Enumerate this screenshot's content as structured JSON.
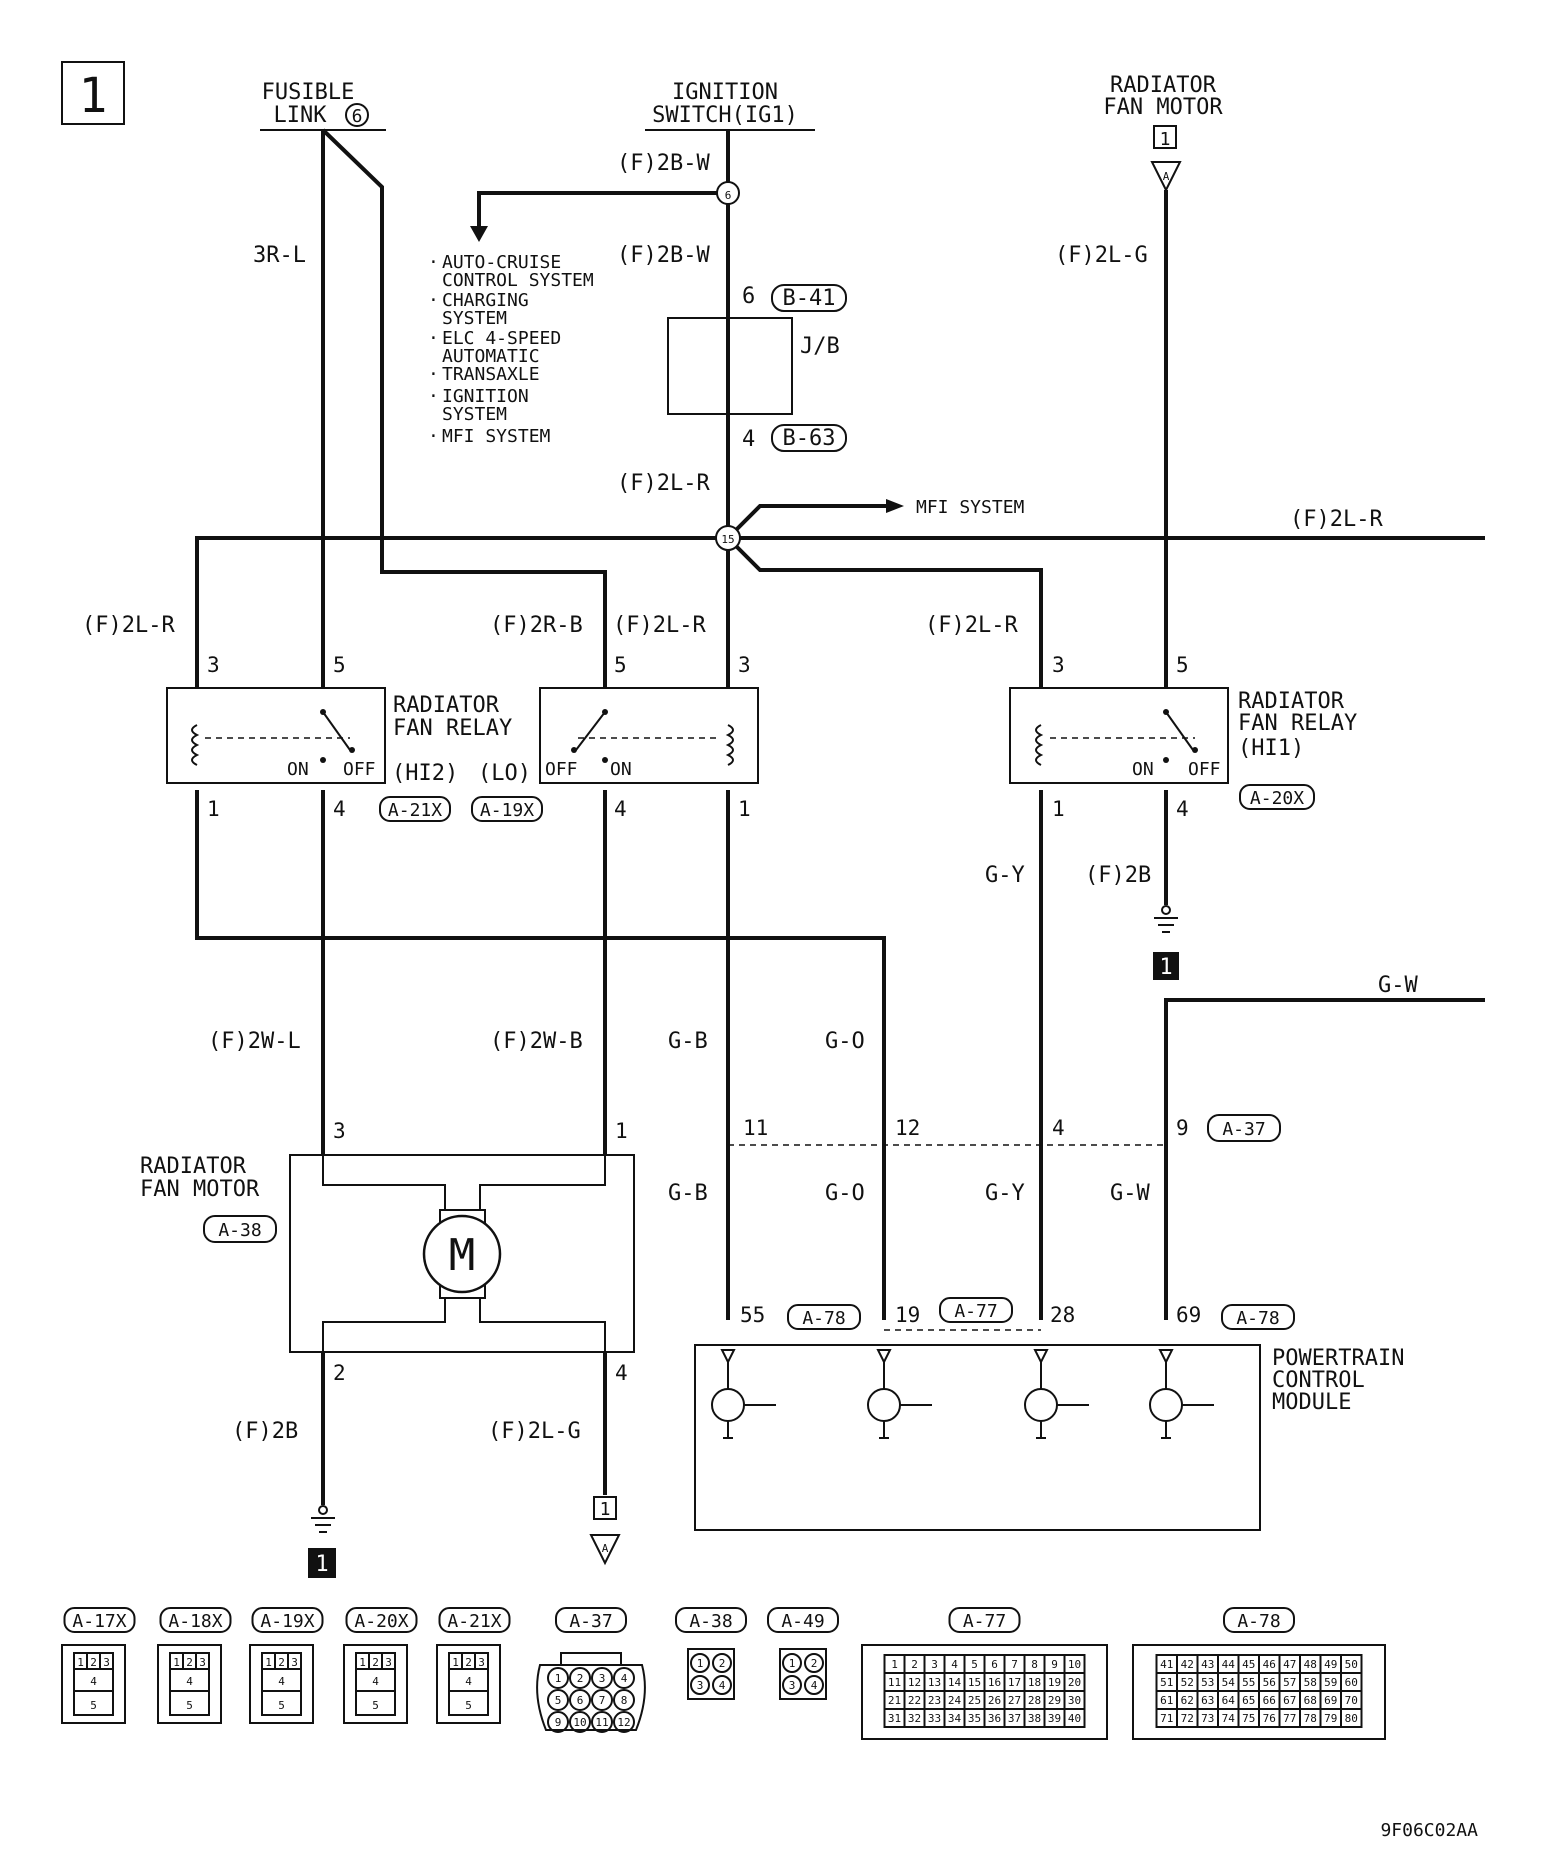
{
  "sheet": {
    "number": "1",
    "code": "9F06C02AA"
  },
  "sources": {
    "fusible_link": {
      "line1": "FUSIBLE",
      "line2": "LINK",
      "num": "6"
    },
    "ignition_switch": {
      "line1": "IGNITION",
      "line2": "SWITCH(IG1)"
    },
    "fan_motor_ref": {
      "line1": "RADIATOR",
      "line2": "FAN MOTOR",
      "page": "1",
      "arrow": "A"
    }
  },
  "wires": {
    "w_3rl": "3R-L",
    "w_f2bw_top": "(F)2B-W",
    "w_f2bw_jb": "(F)2B-W",
    "w_f2lr_jb": "(F)2L-R",
    "w_f2lg_top": "(F)2L-G",
    "w_f2lr_right": "(F)2L-R",
    "w_f2lr_left": "(F)2L-R",
    "w_f2rb": "(F)2R-B",
    "w_f2lr_mid": "(F)2L-R",
    "w_f2lr_r3": "(F)2L-R",
    "w_gy_upper": "G-Y",
    "w_f2b_upper": "(F)2B",
    "w_gw_top": "G-W",
    "w_f2wl": "(F)2W-L",
    "w_f2wb": "(F)2W-B",
    "w_gb_upper": "G-B",
    "w_go_upper": "G-O",
    "w_gb_lower": "G-B",
    "w_go_lower": "G-O",
    "w_gy_lower": "G-Y",
    "w_gw_lower": "G-W",
    "w_f2b_lower": "(F)2B",
    "w_f2lg_lower": "(F)2L-G"
  },
  "splices": {
    "s6": "6",
    "s15": "15"
  },
  "systems": [
    "AUTO-CRUISE",
    "CONTROL SYSTEM",
    "CHARGING",
    "SYSTEM",
    "ELC 4-SPEED",
    "AUTOMATIC",
    "TRANSAXLE",
    "IGNITION",
    "SYSTEM",
    "MFI SYSTEM"
  ],
  "mfi_arrow": "MFI SYSTEM",
  "junction_block": {
    "label": "J/B",
    "pin_top": "6",
    "conn_top": "B-41",
    "pin_bottom": "4",
    "conn_bottom": "B-63"
  },
  "relays": {
    "hi2": {
      "line1": "RADIATOR",
      "line2": "FAN RELAY",
      "tag": "(HI2)",
      "conn": "A-21X",
      "pin3": "3",
      "pin5": "5",
      "pin1": "1",
      "pin4": "4",
      "on": "ON",
      "off": "OFF"
    },
    "lo": {
      "tag": "(LO)",
      "conn": "A-19X",
      "pin5": "5",
      "pin3": "3",
      "pin4": "4",
      "pin1": "1",
      "on": "ON",
      "off": "OFF"
    },
    "hi1": {
      "line1": "RADIATOR",
      "line2": "FAN RELAY",
      "tag": "(HI1)",
      "conn": "A-20X",
      "pin3": "3",
      "pin5": "5",
      "pin1": "1",
      "pin4": "4",
      "on": "ON",
      "off": "OFF"
    }
  },
  "grounds": {
    "g_right": "1",
    "g_left": "1"
  },
  "motor": {
    "line1": "RADIATOR",
    "line2": "FAN MOTOR",
    "conn": "A-38",
    "symbol": "M",
    "pin3": "3",
    "pin1": "1",
    "pin2": "2",
    "pin4": "4"
  },
  "a37": {
    "conn": "A-37",
    "pins": [
      "11",
      "12",
      "4",
      "9"
    ]
  },
  "pcm": {
    "line1": "POWERTRAIN",
    "line2": "CONTROL",
    "line3": "MODULE",
    "pin55": "55",
    "conn55": "A-78",
    "pin19": "19",
    "conn19": "A-77",
    "pin28": "28",
    "pin69": "69",
    "conn69": "A-78"
  },
  "bottom_ref": {
    "page": "1",
    "arrow": "A"
  },
  "connectors": [
    {
      "id": "A-17X",
      "rows": [
        [
          "1",
          "2",
          "3"
        ],
        [
          "4"
        ],
        [
          "5"
        ]
      ]
    },
    {
      "id": "A-18X",
      "rows": [
        [
          "1",
          "2",
          "3"
        ],
        [
          "4"
        ],
        [
          "5"
        ]
      ]
    },
    {
      "id": "A-19X",
      "rows": [
        [
          "1",
          "2",
          "3"
        ],
        [
          "4"
        ],
        [
          "5"
        ]
      ]
    },
    {
      "id": "A-20X",
      "rows": [
        [
          "1",
          "2",
          "3"
        ],
        [
          "4"
        ],
        [
          "5"
        ]
      ]
    },
    {
      "id": "A-21X",
      "rows": [
        [
          "1",
          "2",
          "3"
        ],
        [
          "4"
        ],
        [
          "5"
        ]
      ]
    },
    {
      "id": "A-37",
      "rows": [
        [
          "1",
          "2",
          "3",
          "4"
        ],
        [
          "5",
          "6",
          "7",
          "8"
        ],
        [
          "9",
          "10",
          "11",
          "12"
        ]
      ]
    },
    {
      "id": "A-38",
      "rows": [
        [
          "1",
          "2"
        ],
        [
          "3",
          "4"
        ]
      ]
    },
    {
      "id": "A-49",
      "rows": [
        [
          "1",
          "2"
        ],
        [
          "3",
          "4"
        ]
      ]
    },
    {
      "id": "A-77",
      "rows": [
        [
          "1",
          "2",
          "3",
          "4",
          "5",
          "6",
          "7",
          "8",
          "9",
          "10"
        ],
        [
          "11",
          "12",
          "13",
          "14",
          "15",
          "16",
          "17",
          "18",
          "19",
          "20"
        ],
        [
          "21",
          "22",
          "23",
          "24",
          "25",
          "26",
          "27",
          "28",
          "29",
          "30"
        ],
        [
          "31",
          "32",
          "33",
          "34",
          "35",
          "36",
          "37",
          "38",
          "39",
          "40"
        ]
      ]
    },
    {
      "id": "A-78",
      "rows": [
        [
          "41",
          "42",
          "43",
          "44",
          "45",
          "46",
          "47",
          "48",
          "49",
          "50"
        ],
        [
          "51",
          "52",
          "53",
          "54",
          "55",
          "56",
          "57",
          "58",
          "59",
          "60"
        ],
        [
          "61",
          "62",
          "63",
          "64",
          "65",
          "66",
          "67",
          "68",
          "69",
          "70"
        ],
        [
          "71",
          "72",
          "73",
          "74",
          "75",
          "76",
          "77",
          "78",
          "79",
          "80"
        ]
      ]
    }
  ]
}
